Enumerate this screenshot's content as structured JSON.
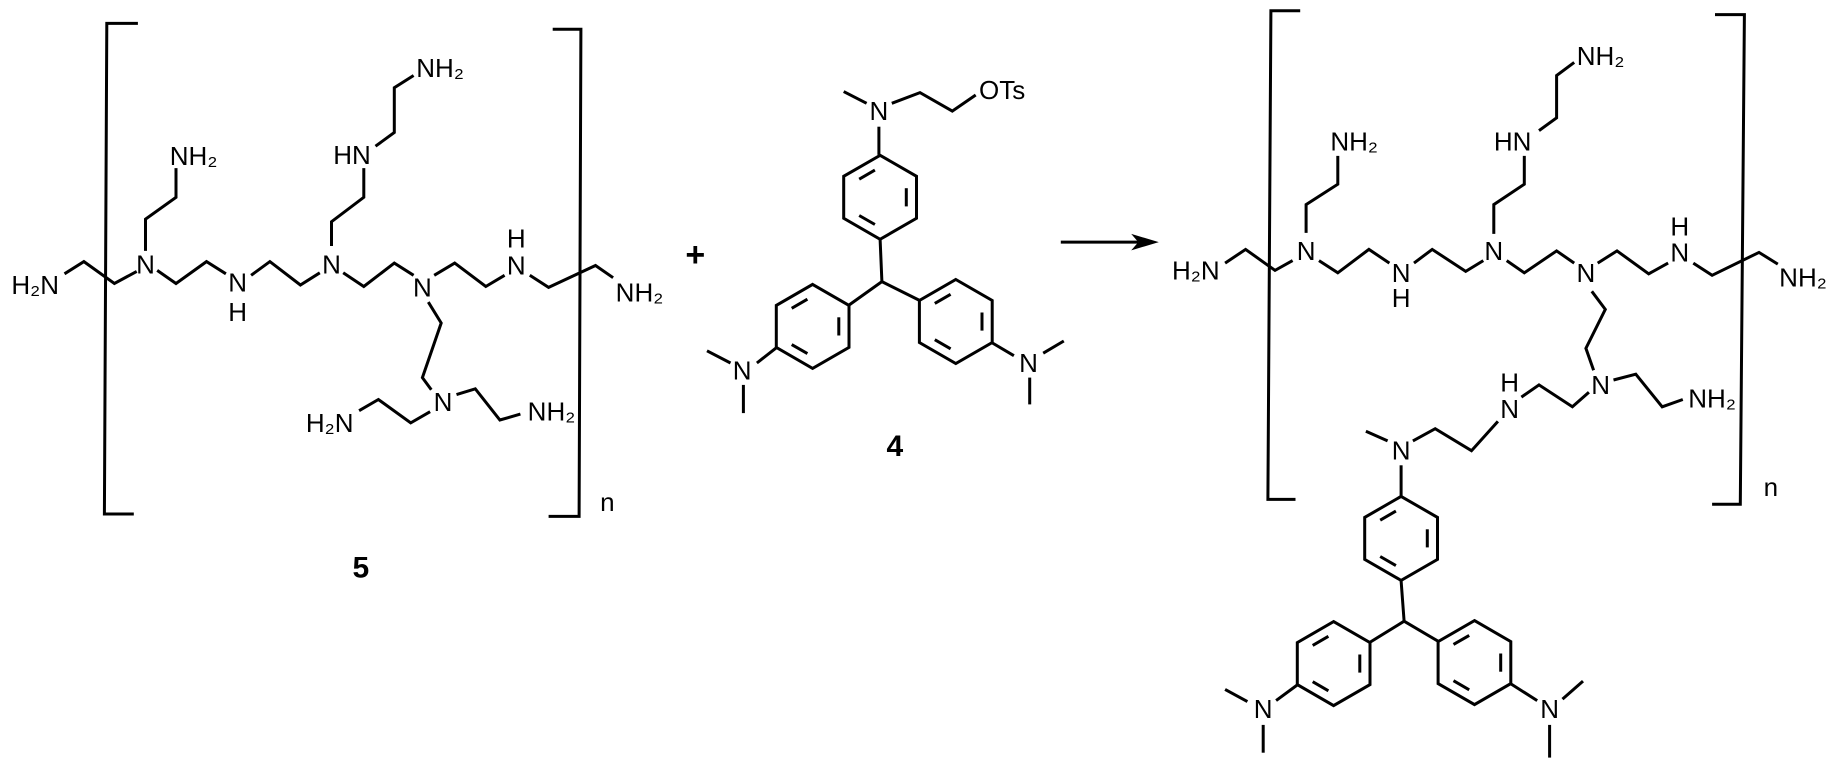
{
  "reactant_polymer": {
    "compound_number": "5",
    "repeat_subscript": "n",
    "atom_labels": [
      "H₂N",
      "N",
      "NH₂",
      "N",
      "H",
      "N",
      "HN",
      "NH₂",
      "N",
      "N",
      "H",
      "NH₂",
      "N",
      "H₂N",
      "NH₂"
    ]
  },
  "operator": "+",
  "reactant_dye": {
    "compound_number": "4",
    "leaving_group": "OTs",
    "atom_labels": [
      "N",
      "N",
      "N"
    ]
  },
  "product": {
    "repeat_subscript": "n",
    "atom_labels": [
      "H₂N",
      "N",
      "NH₂",
      "N",
      "H",
      "N",
      "HN",
      "NH₂",
      "N",
      "N",
      "H",
      "NH₂",
      "N",
      "NH₂",
      "N",
      "H",
      "N",
      "N",
      "N"
    ]
  },
  "colors": {
    "ink": "#000000",
    "background": "#ffffff"
  }
}
